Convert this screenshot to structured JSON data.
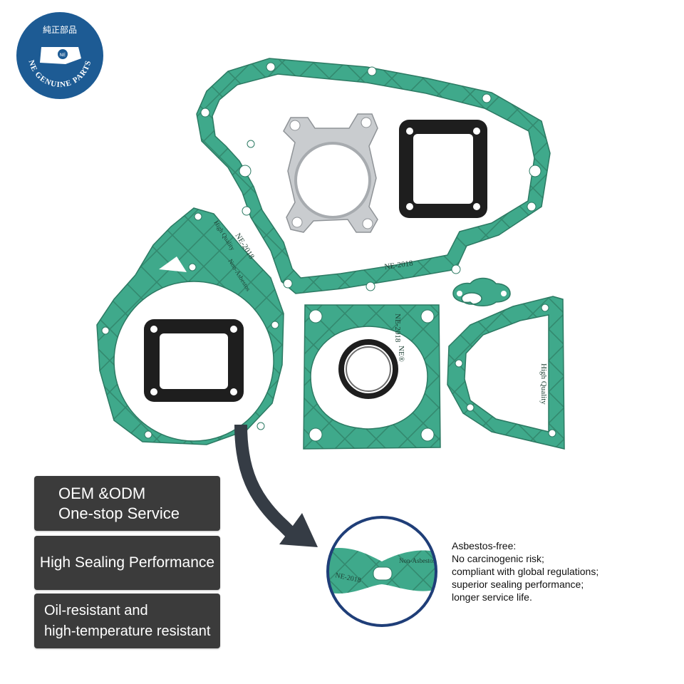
{
  "logo": {
    "top_text": "純正部品",
    "ring_text": "NE GENUINE PARTS",
    "emblem_text": "NE",
    "colors": {
      "badge": "#1d5b94",
      "text": "#ffffff"
    }
  },
  "features": [
    {
      "lines": [
        "OEM &ODM",
        "One-stop Service"
      ]
    },
    {
      "lines": [
        "High Sealing Performance"
      ]
    },
    {
      "lines": [
        "Oil-resistant and",
        "high-temperature resistant"
      ]
    }
  ],
  "description": {
    "lines": [
      "Asbestos-free:",
      "No carcinogenic risk;",
      "compliant with global regulations;",
      "superior sealing performance;",
      "longer service life."
    ]
  },
  "gasket_markings": [
    "NE-2018",
    "High Quality",
    "Non-Asbestos",
    "NE®"
  ],
  "colors": {
    "gasket": "#3fa98b",
    "gasket_edge": "#2c7a63",
    "metal": "#c9cccf",
    "rubber": "#1e1e1e",
    "feature_box": "#3b3b3b",
    "arrow": "#353c45",
    "zoom_ring": "#1f3e78"
  }
}
